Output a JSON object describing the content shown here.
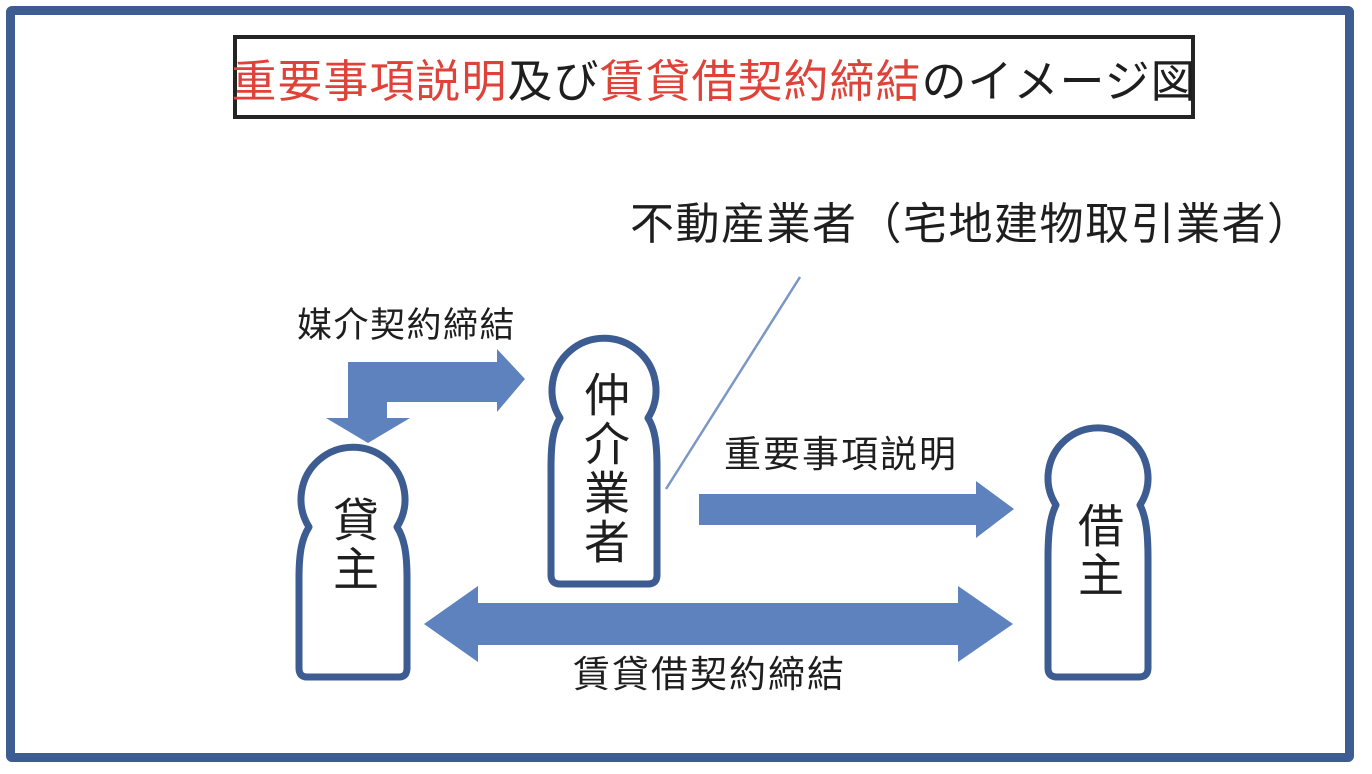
{
  "title": {
    "part1": "重要事項説明",
    "part2": "及び",
    "part3": "賃貸借契約締結",
    "part4": "のイメージ図"
  },
  "labels": {
    "realtor": "不動産業者（宅地建物取引業者）",
    "mediation_contract": "媒介契約締結",
    "important_matters": "重要事項説明",
    "lease_contract": "賃貸借契約締結"
  },
  "figures": {
    "landlord": "貸主",
    "broker": "仲介業者",
    "tenant": "借主"
  },
  "colors": {
    "arrow_blue": "#5e82bd",
    "outline_blue": "#3c5c92",
    "callout_blue": "#7b97c6",
    "emphasis_red": "#df4238",
    "text_black": "#1e1e1e"
  }
}
